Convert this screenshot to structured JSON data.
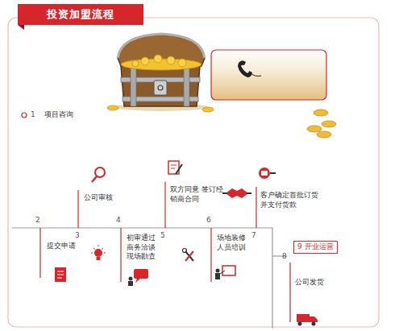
{
  "diagram": {
    "title": "投资加盟流程",
    "nodes": [
      {
        "text": [
          "9 开业运营"
        ]
      }
    ],
    "labels": [
      "1",
      "项目咨询",
      "2",
      "提交申请",
      "3",
      "公司审核",
      "4",
      "初审通过 商务洽谈 现场勘查",
      "5",
      "双方同意 签订经销商合同",
      "6",
      "场地装修 人员培训",
      "7",
      "客户确定首批订货 并支付货款",
      "8",
      "公司发货"
    ]
  }
}
